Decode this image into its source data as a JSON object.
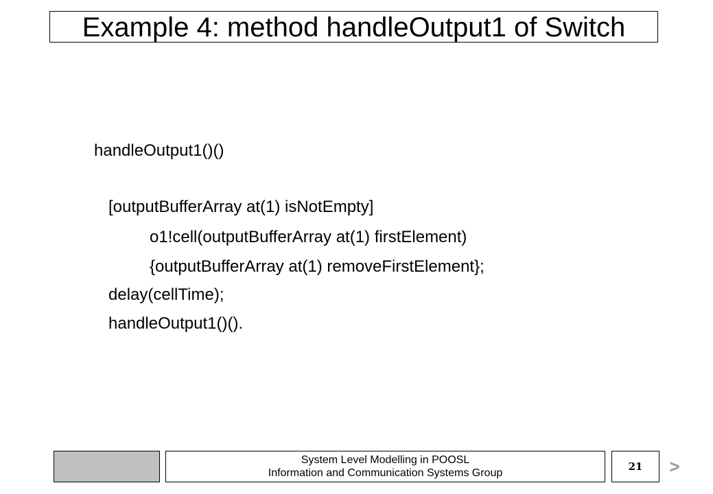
{
  "slide": {
    "title": "Example 4: method handleOutput1 of Switch"
  },
  "code": {
    "lines": [
      "handleOutput1()()",
      "[outputBufferArray at(1) isNotEmpty]",
      "o1!cell(outputBufferArray at(1) firstElement)",
      "{outputBufferArray at(1) removeFirstElement};",
      "delay(cellTime);",
      "handleOutput1()()."
    ]
  },
  "footer": {
    "line1": "System Level Modelling in POOSL",
    "line2": "Information and Communication Systems Group",
    "page_number": "21",
    "next_symbol": ">"
  }
}
